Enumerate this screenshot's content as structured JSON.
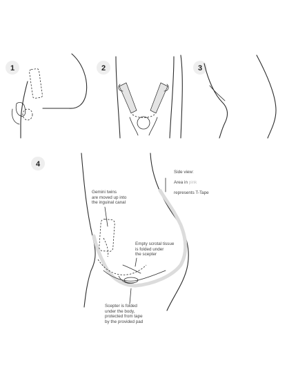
{
  "steps": [
    "1",
    "2",
    "3",
    "4"
  ],
  "labels": {
    "side_view_line1": "Side view:",
    "side_view_line2": "Area in ",
    "side_view_highlight": "pink",
    "side_view_line3": "represents T-Tape",
    "gemini": "Gemini twins\nare moved up into\nthe inguinal canal",
    "empty_scrotal": "Empty scrotal tissue\nis folded under\nthe scepter",
    "scepter": "Scepter is folded\nunder the body,\nprotected from tape\nby the provided pad"
  },
  "colors": {
    "line": "#2a2a2a",
    "tape": "#dcdcdc",
    "badge": "#eeeeee",
    "highlight_text": "#bcbcbc"
  }
}
